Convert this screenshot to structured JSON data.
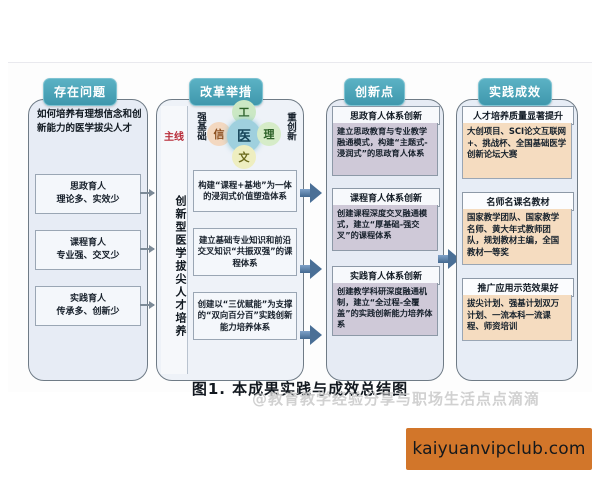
{
  "figure": {
    "caption": "图1. 本成果实践与成效总结图",
    "watermark": "@教育教学经验分享与职场生活点点滴滴"
  },
  "banner": {
    "url_text": "kaiyuanvipclub.com",
    "color": "#d2762a"
  },
  "columns": {
    "problems": {
      "pill_label": "存在问题",
      "intro": "如何培养有理想信念和创新能力的医学拔尖人才",
      "items": [
        {
          "title": "思政育人",
          "detail": "理论多、实效少"
        },
        {
          "title": "课程育人",
          "detail": "专业强、交叉少"
        },
        {
          "title": "实践育人",
          "detail": "传承多、创新少"
        }
      ]
    },
    "measures": {
      "pill_label": "改革举措",
      "main_line_label": "主线",
      "vertical_title": "创新型医学拔尖人才培养",
      "hub": {
        "center": "医",
        "top": "工",
        "bottom": "文",
        "left": "信",
        "right": "理",
        "left_side": "强基础",
        "right_side": "重创新"
      },
      "items": [
        "构建“课程+基地”为一体的浸润式价值塑造体系",
        "建立基础专业知识和前沿交叉知识“共振双强”的课程体系",
        "创建以“三优赋能”为支撑的“双向百分百”实践创新能力培养体系"
      ]
    },
    "innovations": {
      "pill_label": "创新点",
      "items": [
        {
          "head": "思政育人体系创新",
          "body": "建立思政教育与专业教学融通模式，构建“主题式-浸润式”的思政育人体系"
        },
        {
          "head": "课程育人体系创新",
          "body": "创建课程深度交叉融通模式，建立“厚基础-强交叉”的课程体系"
        },
        {
          "head": "实践育人体系创新",
          "body": "创建教学科研深度融通机制，建立“全过程-全覆盖”的实践创新能力培养体系"
        }
      ]
    },
    "results": {
      "pill_label": "实践成效",
      "items": [
        {
          "head": "人才培养质量显著提升",
          "body": "大创项目、SCI论文互联网+、挑战杯、全国基础医学创新论坛大赛"
        },
        {
          "head": "名师名课名教材",
          "body": "国家教学团队、国家教学名师、黄大年式教师团队，规划教材主编，全国教材一等奖"
        },
        {
          "head": "推广应用示范效果好",
          "body": "拔尖计划、强基计划双万计划、一流本科一流课程、师资培训"
        }
      ]
    }
  }
}
